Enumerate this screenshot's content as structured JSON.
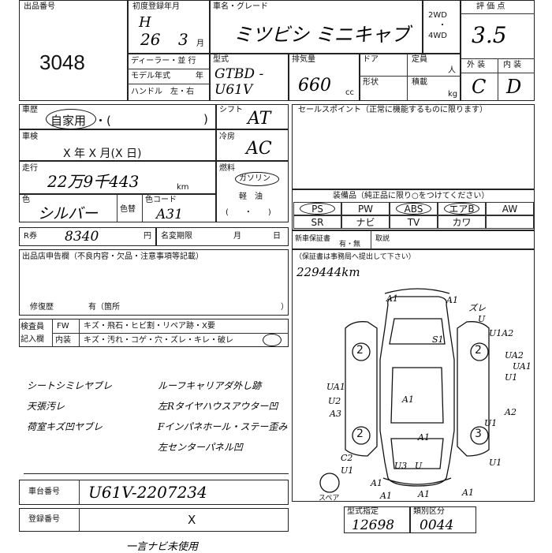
{
  "header": {
    "lot_label": "出品番号",
    "lot_number": "3048",
    "first_reg_label": "初度登録年月",
    "era": "H",
    "year": "26",
    "month_num": "3",
    "month_unit": "月",
    "model_name_label": "車名・グレード",
    "model_name": "ミツビシ ミニキャブ",
    "drive_2wd": "2WD",
    "drive_dot": "・",
    "drive_4wd": "4WD",
    "dealer_label": "ディーラー・並 行",
    "model_year_label": "モデル年式",
    "year_unit": "年",
    "handle_label": "ハンドル　左・右",
    "type_label": "型式",
    "type_value": "GTBD - U61V",
    "displacement_label": "排気量",
    "displacement_value": "660",
    "displacement_unit": "cc",
    "door_label": "ドア",
    "capacity_label": "定員",
    "capacity_unit": "人",
    "shape_label": "形状",
    "load_label": "積載",
    "load_unit": "kg",
    "grade_label": "評 価 点",
    "grade_value": "3.5",
    "exterior_label": "外 装",
    "interior_label": "内 装",
    "exterior_value": "C",
    "interior_value": "D"
  },
  "history": {
    "history_label": "車歴",
    "history_value": "自家用",
    "history_paren": "・(",
    "history_paren_close": ")",
    "shift_label": "シフト",
    "shift_value": "AT",
    "inspection_label": "車検",
    "inspection_value": "X 年 X 月(X 日)",
    "aircon_label": "冷房",
    "aircon_value": "AC",
    "mileage_label": "走行",
    "mileage_value": "22万9千443",
    "mileage_unit": "km",
    "fuel_label": "燃料",
    "fuel_gas": "ガソリン",
    "fuel_diesel": "軽　油",
    "fuel_paren": "(　　・　　)",
    "color_label": "色",
    "color_value": "シルバー",
    "color_swap_label": "色替",
    "color_code_label": "色コード",
    "color_code_value": "A31",
    "recycle_label": "R券",
    "recycle_value": "8340",
    "recycle_unit": "円",
    "name_change_label": "名変期限",
    "name_change_month": "月",
    "name_change_day": "日"
  },
  "sales_point": {
    "title": "セールスポイント（正常に機能するものに限ります）"
  },
  "equipment": {
    "title": "装備品（純正品に限り○をつけてください）",
    "row1": [
      "PS",
      "PW",
      "ABS",
      "エアB",
      "AW"
    ],
    "row2": [
      "SR",
      "ナビ",
      "TV",
      "カワ",
      ""
    ]
  },
  "warranty": {
    "label": "新車保証書",
    "value": "有・無",
    "manual_label": "取説"
  },
  "notes": {
    "seller_label": "出品店申告欄（不良内容・欠品・注意事項等記載）",
    "repair_label": "修復歴",
    "repair_value": "有（箇所",
    "repair_close": "）"
  },
  "inspector": {
    "label1": "検査員",
    "label2": "記入欄",
    "fw_label": "FW",
    "fw_items": "キズ・飛石・ヒビ割・リペア跡・X要",
    "int_label": "内装",
    "int_items": "キズ・汚れ・コゲ・穴・ズレ・キレ・破レ"
  },
  "remarks": [
    "シートシミレヤブレ",
    "天張汚レ",
    "荷室キズ凹ヤブレ",
    "ルーフキャリアダ外し跡",
    "左Rタイヤハウスアウター凹",
    "Fインパネホール・ステー歪み",
    "左センターパネル凹"
  ],
  "diagram": {
    "note_title": "（保証書は事務局へ提出して下さい）",
    "odometer_note": "229444km",
    "spare_label": "スペア",
    "marks": [
      {
        "text": "A1"
      },
      {
        "text": "A1"
      },
      {
        "text": "ズレ"
      },
      {
        "text": "U"
      },
      {
        "text": "S1"
      },
      {
        "text": "U1A2"
      },
      {
        "text": "UA2"
      },
      {
        "text": "UA1"
      },
      {
        "text": "U1"
      },
      {
        "text": "UA1"
      },
      {
        "text": "U2"
      },
      {
        "text": "A3"
      },
      {
        "text": "A1"
      },
      {
        "text": "A1"
      },
      {
        "text": "A2"
      },
      {
        "text": "U1"
      },
      {
        "text": "C2"
      },
      {
        "text": "U1"
      },
      {
        "text": "A1"
      },
      {
        "text": "U3"
      },
      {
        "text": "U"
      },
      {
        "text": "A1"
      },
      {
        "text": "A1"
      },
      {
        "text": "A1"
      },
      {
        "text": "U1"
      }
    ],
    "tires": [
      "2",
      "2",
      "2",
      "3"
    ]
  },
  "footer": {
    "chassis_label": "車台番号",
    "chassis_value": "U61V-2207234",
    "reg_label": "登録番号",
    "reg_value": "X",
    "model_code_label": "型式指定",
    "model_code_value": "12698",
    "category_label": "類別区分",
    "category_value": "0044",
    "extra_note": "一言ナビ未使用"
  }
}
